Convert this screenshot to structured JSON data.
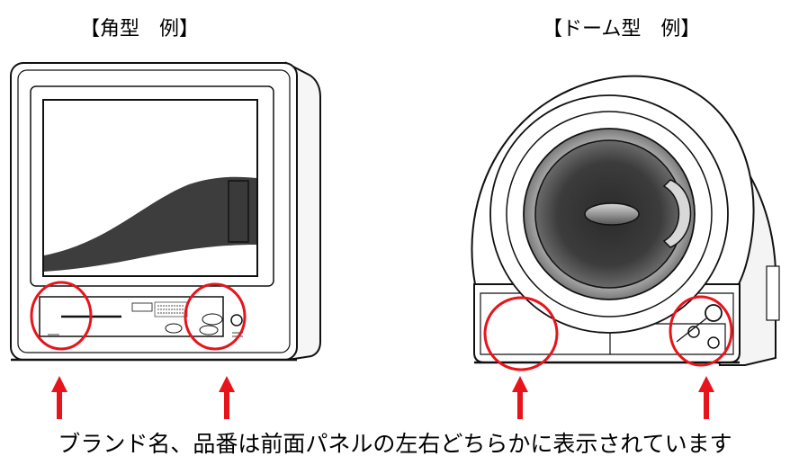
{
  "labels": {
    "square_type": "【角型　例】",
    "dome_type": "【ドーム型　例】"
  },
  "caption": "ブランド名、品番は前面パネルの左右どちらかに表示されています",
  "colors": {
    "highlight": "#e8141c",
    "line": "#111111"
  }
}
